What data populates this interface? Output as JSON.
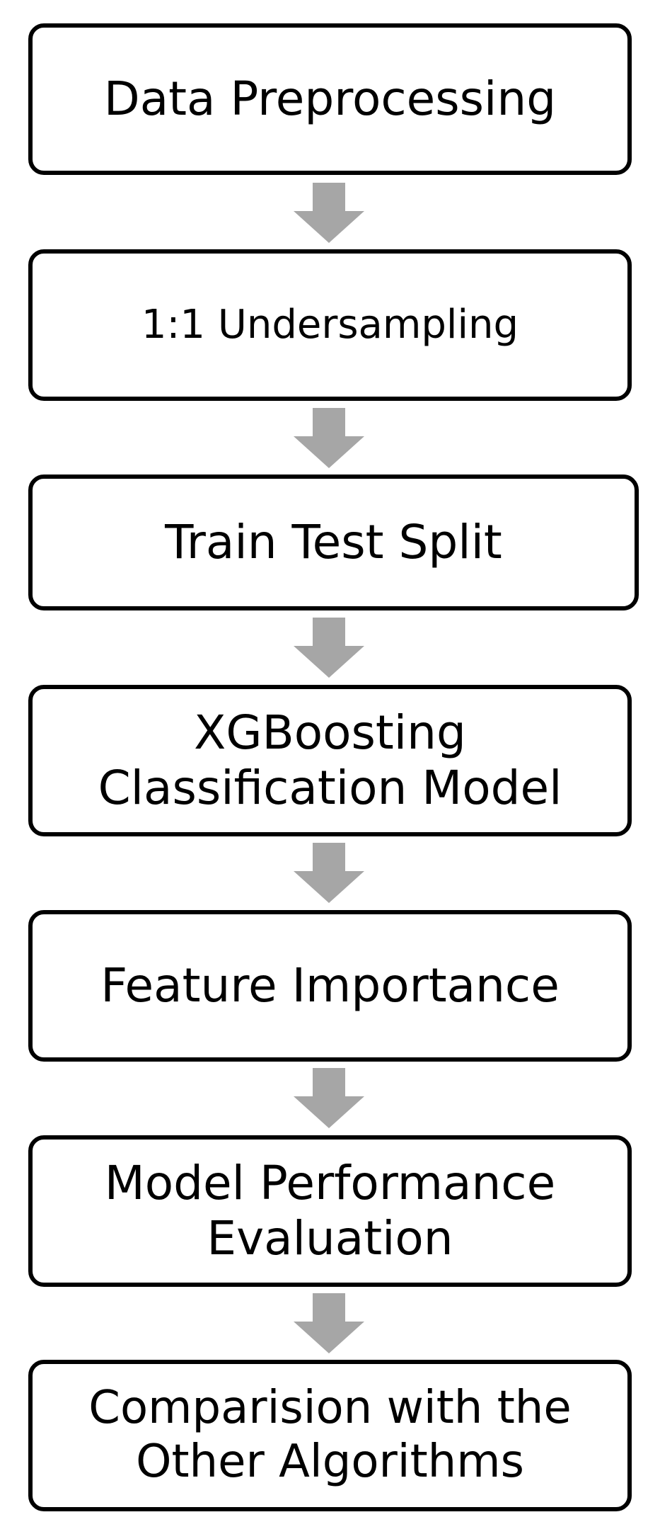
{
  "flowchart": {
    "arrow_color": "#a6a6a6",
    "box_border_color": "#000000",
    "steps": [
      {
        "lines": [
          "Data Preprocessing"
        ]
      },
      {
        "lines": [
          "1:1 Undersampling"
        ]
      },
      {
        "lines": [
          "Train Test Split"
        ]
      },
      {
        "lines": [
          "XGBoosting",
          "Classification Model"
        ]
      },
      {
        "lines": [
          "Feature Importance"
        ]
      },
      {
        "lines": [
          "Model Performance",
          "Evaluation"
        ]
      },
      {
        "lines": [
          "Comparision with the",
          "Other Algorithms"
        ]
      }
    ]
  }
}
